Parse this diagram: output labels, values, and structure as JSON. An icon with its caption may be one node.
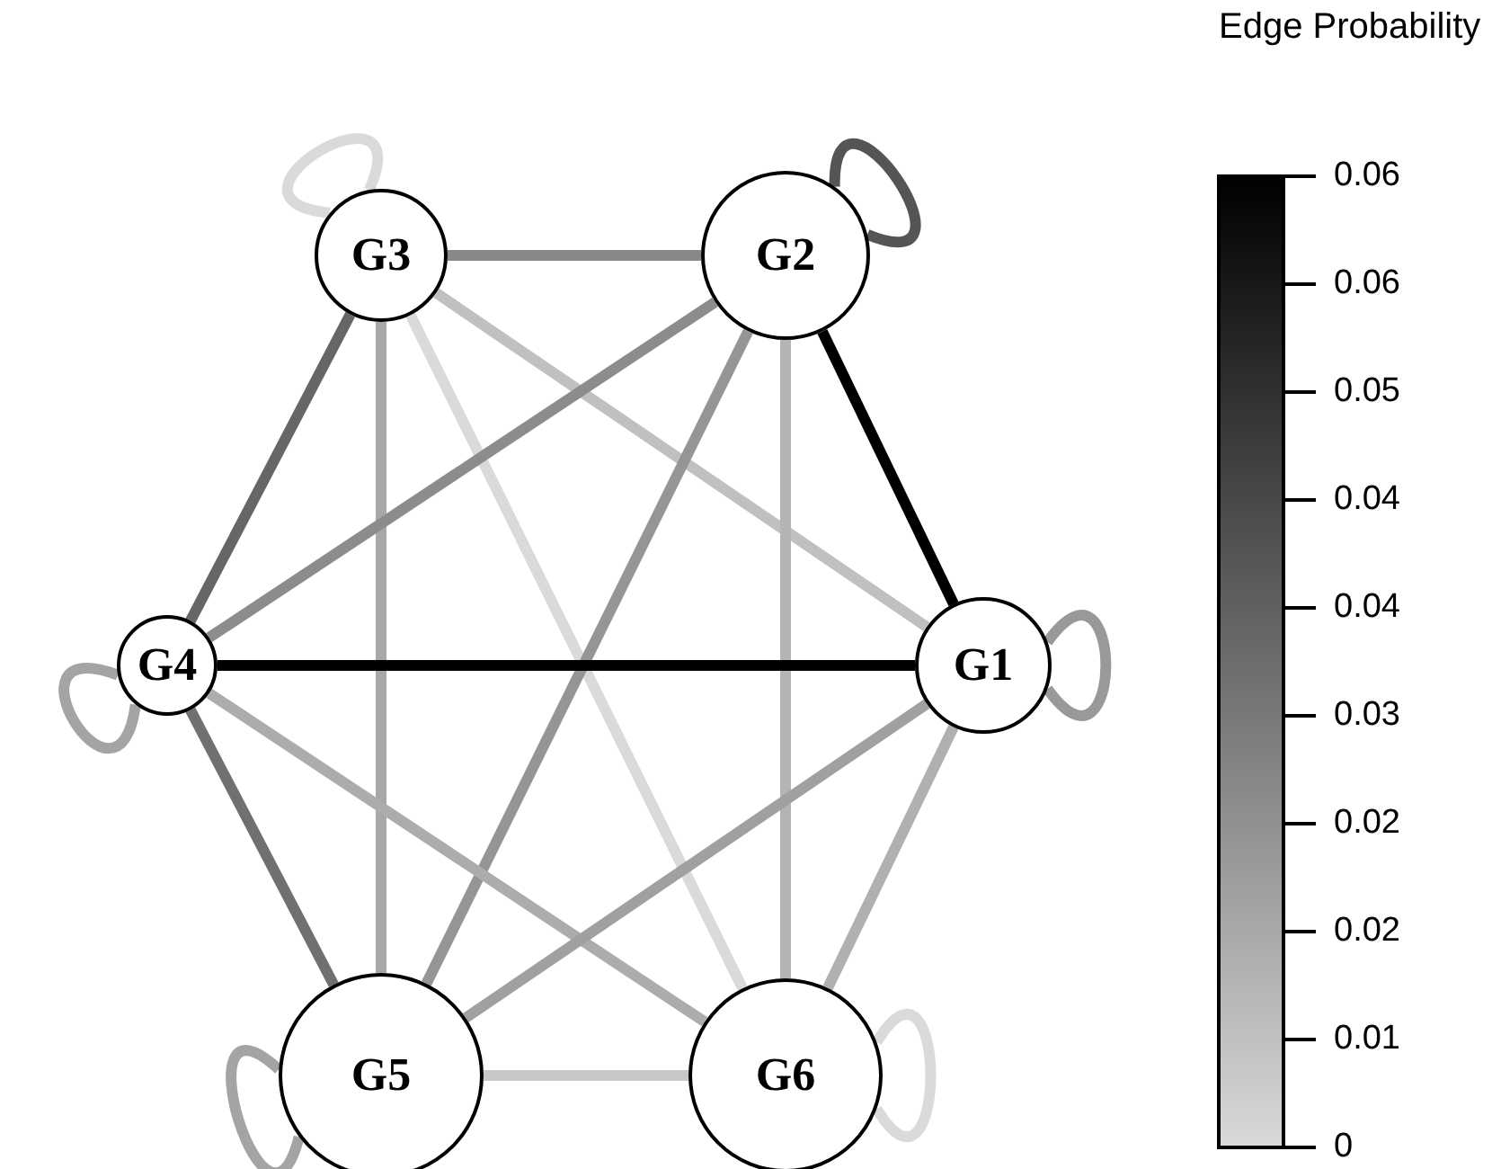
{
  "diagram": {
    "nodes": [
      {
        "text": [
          "G3"
        ]
      },
      {
        "text": [
          "G2"
        ]
      },
      {
        "text": [
          "G4"
        ]
      },
      {
        "text": [
          "G1"
        ]
      },
      {
        "text": [
          "G5"
        ]
      },
      {
        "text": [
          "G6"
        ]
      }
    ],
    "edges": [
      {
        "from": 0,
        "to": 1,
        "arrow": "none",
        "color": "#888888"
      },
      {
        "from": 0,
        "to": 2,
        "arrow": "none",
        "color": "#666666"
      },
      {
        "from": 0,
        "to": 4,
        "arrow": "none",
        "color": "#a8a8a8"
      },
      {
        "from": 0,
        "to": 5,
        "arrow": "none",
        "color": "#dadada"
      },
      {
        "from": 0,
        "to": 3,
        "arrow": "none",
        "color": "#c0c0c0"
      },
      {
        "from": 1,
        "to": 3,
        "arrow": "none",
        "color": "#000000"
      },
      {
        "from": 1,
        "to": 2,
        "arrow": "none",
        "color": "#8c8c8c"
      },
      {
        "from": 1,
        "to": 4,
        "arrow": "none",
        "color": "#959595"
      },
      {
        "from": 1,
        "to": 5,
        "arrow": "none",
        "color": "#b4b4b4"
      },
      {
        "from": 2,
        "to": 3,
        "arrow": "none",
        "color": "#000000"
      },
      {
        "from": 2,
        "to": 4,
        "arrow": "none",
        "color": "#707070"
      },
      {
        "from": 2,
        "to": 5,
        "arrow": "none",
        "color": "#acacac"
      },
      {
        "from": 3,
        "to": 4,
        "arrow": "none",
        "color": "#a0a0a0"
      },
      {
        "from": 3,
        "to": 5,
        "arrow": "none",
        "color": "#b0b0b0"
      },
      {
        "from": 4,
        "to": 5,
        "arrow": "none",
        "color": "#c8c8c8"
      },
      {
        "from": 0,
        "to": 0,
        "arrow": "none",
        "color": "#dadada"
      },
      {
        "from": 1,
        "to": 1,
        "arrow": "none",
        "color": "#555555"
      },
      {
        "from": 2,
        "to": 2,
        "arrow": "none",
        "color": "#a4a4a4"
      },
      {
        "from": 3,
        "to": 3,
        "arrow": "none",
        "color": "#999999"
      },
      {
        "from": 4,
        "to": 4,
        "arrow": "none",
        "color": "#a4a4a4"
      },
      {
        "from": 5,
        "to": 5,
        "arrow": "none",
        "color": "#dadada"
      }
    ],
    "labels": [
      "Edge Probability",
      "0.06",
      "0.06",
      "0.05",
      "0.04",
      "0.04",
      "0.03",
      "0.02",
      "0.02",
      "0.01",
      "0"
    ]
  }
}
